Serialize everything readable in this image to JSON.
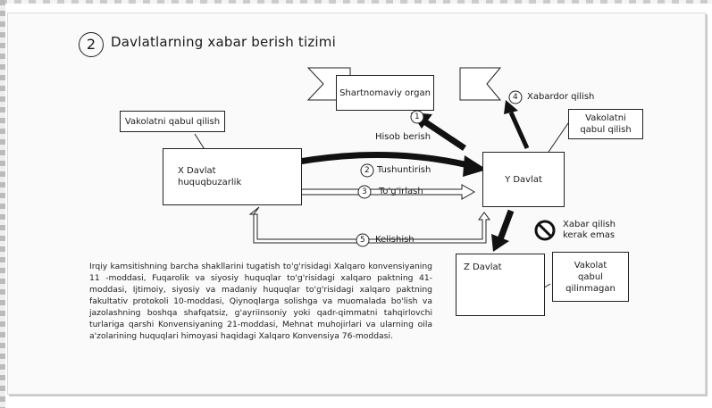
{
  "heading": {
    "number": "2",
    "title": "Davlatlarning xabar berish tizimi"
  },
  "nodes": {
    "organ": "Shartnomaviy organ",
    "x_state": "X Davlat huquqbuzarlik",
    "y_state": "Y Davlat",
    "z_state": "Z Davlat"
  },
  "callouts": {
    "vakolat_x": "Vakolatni qabul qilish",
    "vakolat_y": "Vakolatni qabul qilish",
    "vakolat_z": "Vakolat qabul qilinmagan",
    "xabar_kerak_emas": "Xabar qilish kerak emas"
  },
  "steps": {
    "s1_num": "1",
    "s1_label": "Hisob berish",
    "s2_num": "2",
    "s2_label": "Tushuntirish",
    "s3_num": "3",
    "s3_label": "To'g'irlash",
    "s4_num": "4",
    "s4_label": "Xabardor qilish",
    "s5_num": "5",
    "s5_label": "Kelishish"
  },
  "paragraph": "Irqiy kamsitishning barcha shakllarini tugatish to'g'risidagi Xalqaro konvensiyaning 11 -moddasi, Fuqarolik va siyosiy huquqlar to'g'risidagi xalqaro paktning 41-moddasi, Ijtimoiy, siyosiy va madaniy huquqlar to'g'risidagi xalqaro paktning fakultativ protokoli 10-moddasi, Qiynoqlarga solishga va muomalada bo'lish va jazolashning boshqa shafqatsiz, g'ayriinsoniy yoki qadr-qimmatni tahqirlovchi turlariga qarshi Konvensiyaning 21-moddasi, Mehnat muhojirlari va ularning oila a'zolarining huquqlari himoyasi haqidagi Xalqaro Konvensiya 76-moddasi."
}
